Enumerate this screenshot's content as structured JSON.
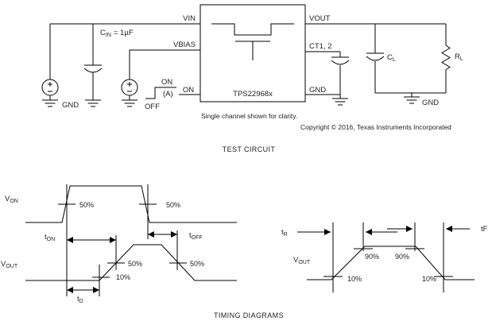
{
  "figure": {
    "test_circuit": {
      "caption": "TEST CIRCUIT",
      "note": "Single channel shown for clarity.",
      "copyright": "Copyright © 2016, Texas Instruments Incorporated",
      "device": "TPS22968x",
      "pins": {
        "vin": "VIN",
        "vbias": "VBIAS",
        "on": "ON",
        "vout": "VOUT",
        "ct": "CT1, 2",
        "gnd": "GND"
      },
      "input_cap": {
        "base": "C",
        "sub": "IN",
        "value": "= 1µF"
      },
      "load_cap": {
        "base": "C",
        "sub": "L"
      },
      "load_res": {
        "base": "R",
        "sub": "L"
      },
      "control": {
        "on": "ON",
        "channel": "(A)",
        "off": "OFF"
      },
      "gnd_source_label": "GND",
      "gnd_load_label": "GND"
    },
    "timing": {
      "caption": "TIMING DIAGRAMS",
      "left": {
        "von_label": {
          "base": "V",
          "sub": "ON"
        },
        "vout_label": {
          "base": "V",
          "sub": "OUT"
        },
        "t_on": {
          "base": "t",
          "sub": "ON"
        },
        "t_off": {
          "base": "t",
          "sub": "OFF"
        },
        "t_d": {
          "base": "t",
          "sub": "D"
        },
        "von_rise_pct": "50%",
        "von_fall_pct": "50%",
        "vout_rise_pct": "50%",
        "vout_rise_low_pct": "10%",
        "vout_fall_pct": "50%"
      },
      "right": {
        "vout_label": {
          "base": "V",
          "sub": "OUT"
        },
        "t_r": {
          "base": "t",
          "sub": "R"
        },
        "t_f": "tF",
        "rise_90": "90%",
        "fall_90": "90%",
        "rise_10": "10%",
        "fall_10": "10%"
      }
    },
    "colors": {
      "line": "#000000",
      "text": "#1f1f1f",
      "background": "#ffffff"
    }
  }
}
